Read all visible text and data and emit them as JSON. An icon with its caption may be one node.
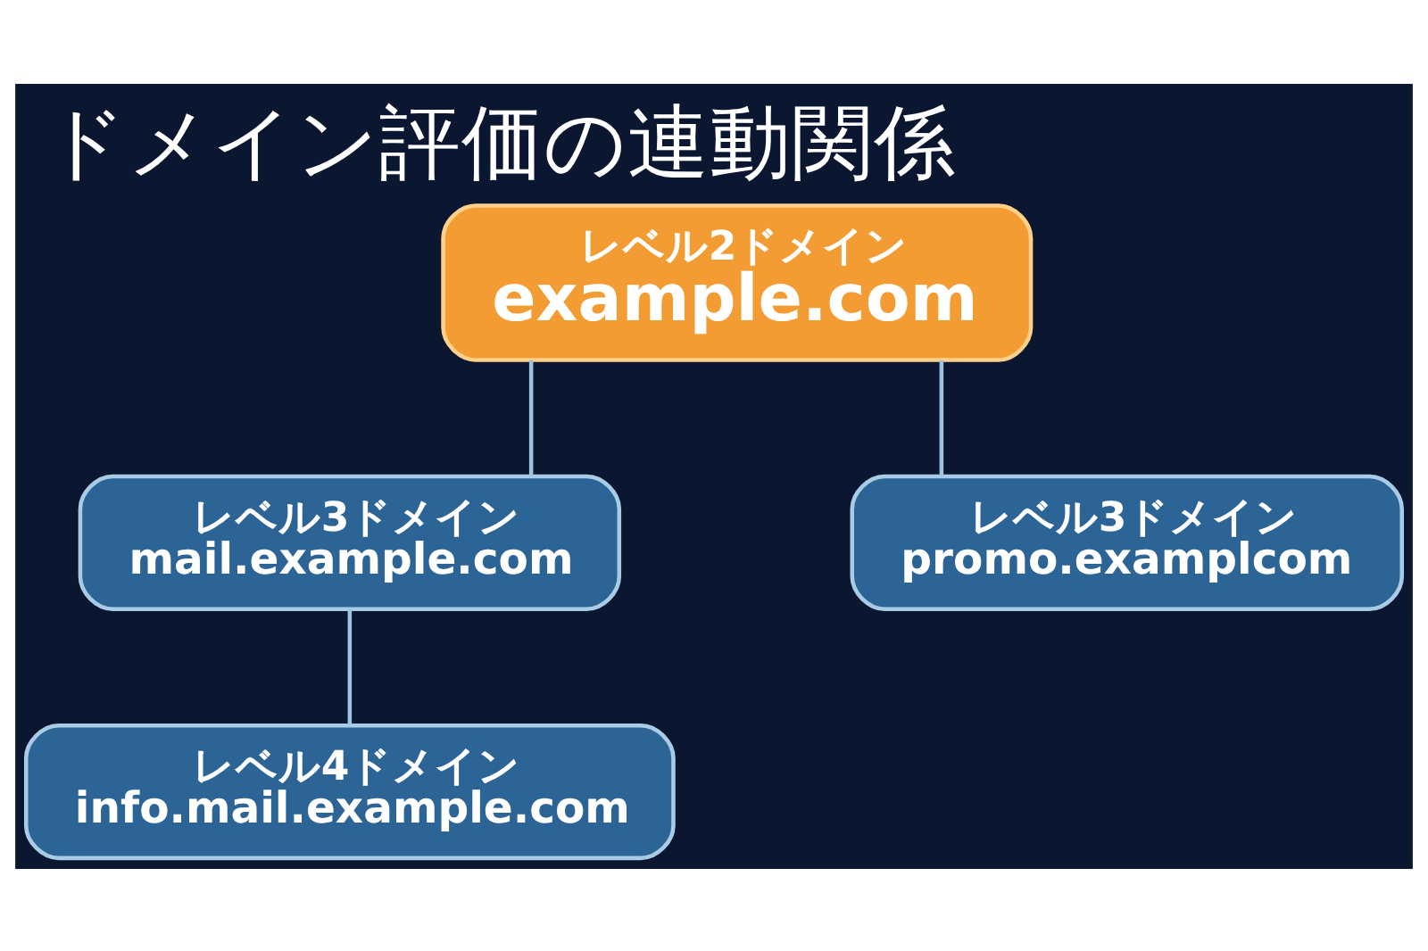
{
  "diagram": {
    "title": "ドメイン評価の連動関係",
    "nodes": [
      {
        "text": [
          "レベル2ドメイン",
          "example.com"
        ]
      },
      {
        "text": [
          "レベル3ドメイン",
          "mail.example.com"
        ]
      },
      {
        "text": [
          "レベル3ドメイン",
          "promo.examplcom"
        ]
      },
      {
        "text": [
          "レベル4ドメイン",
          "info.mail.example.com"
        ]
      }
    ],
    "edges": [
      {
        "from": 0,
        "to": 1,
        "arrow": "none"
      },
      {
        "from": 0,
        "to": 2,
        "arrow": "none"
      },
      {
        "from": 1,
        "to": 3,
        "arrow": "none"
      }
    ]
  }
}
